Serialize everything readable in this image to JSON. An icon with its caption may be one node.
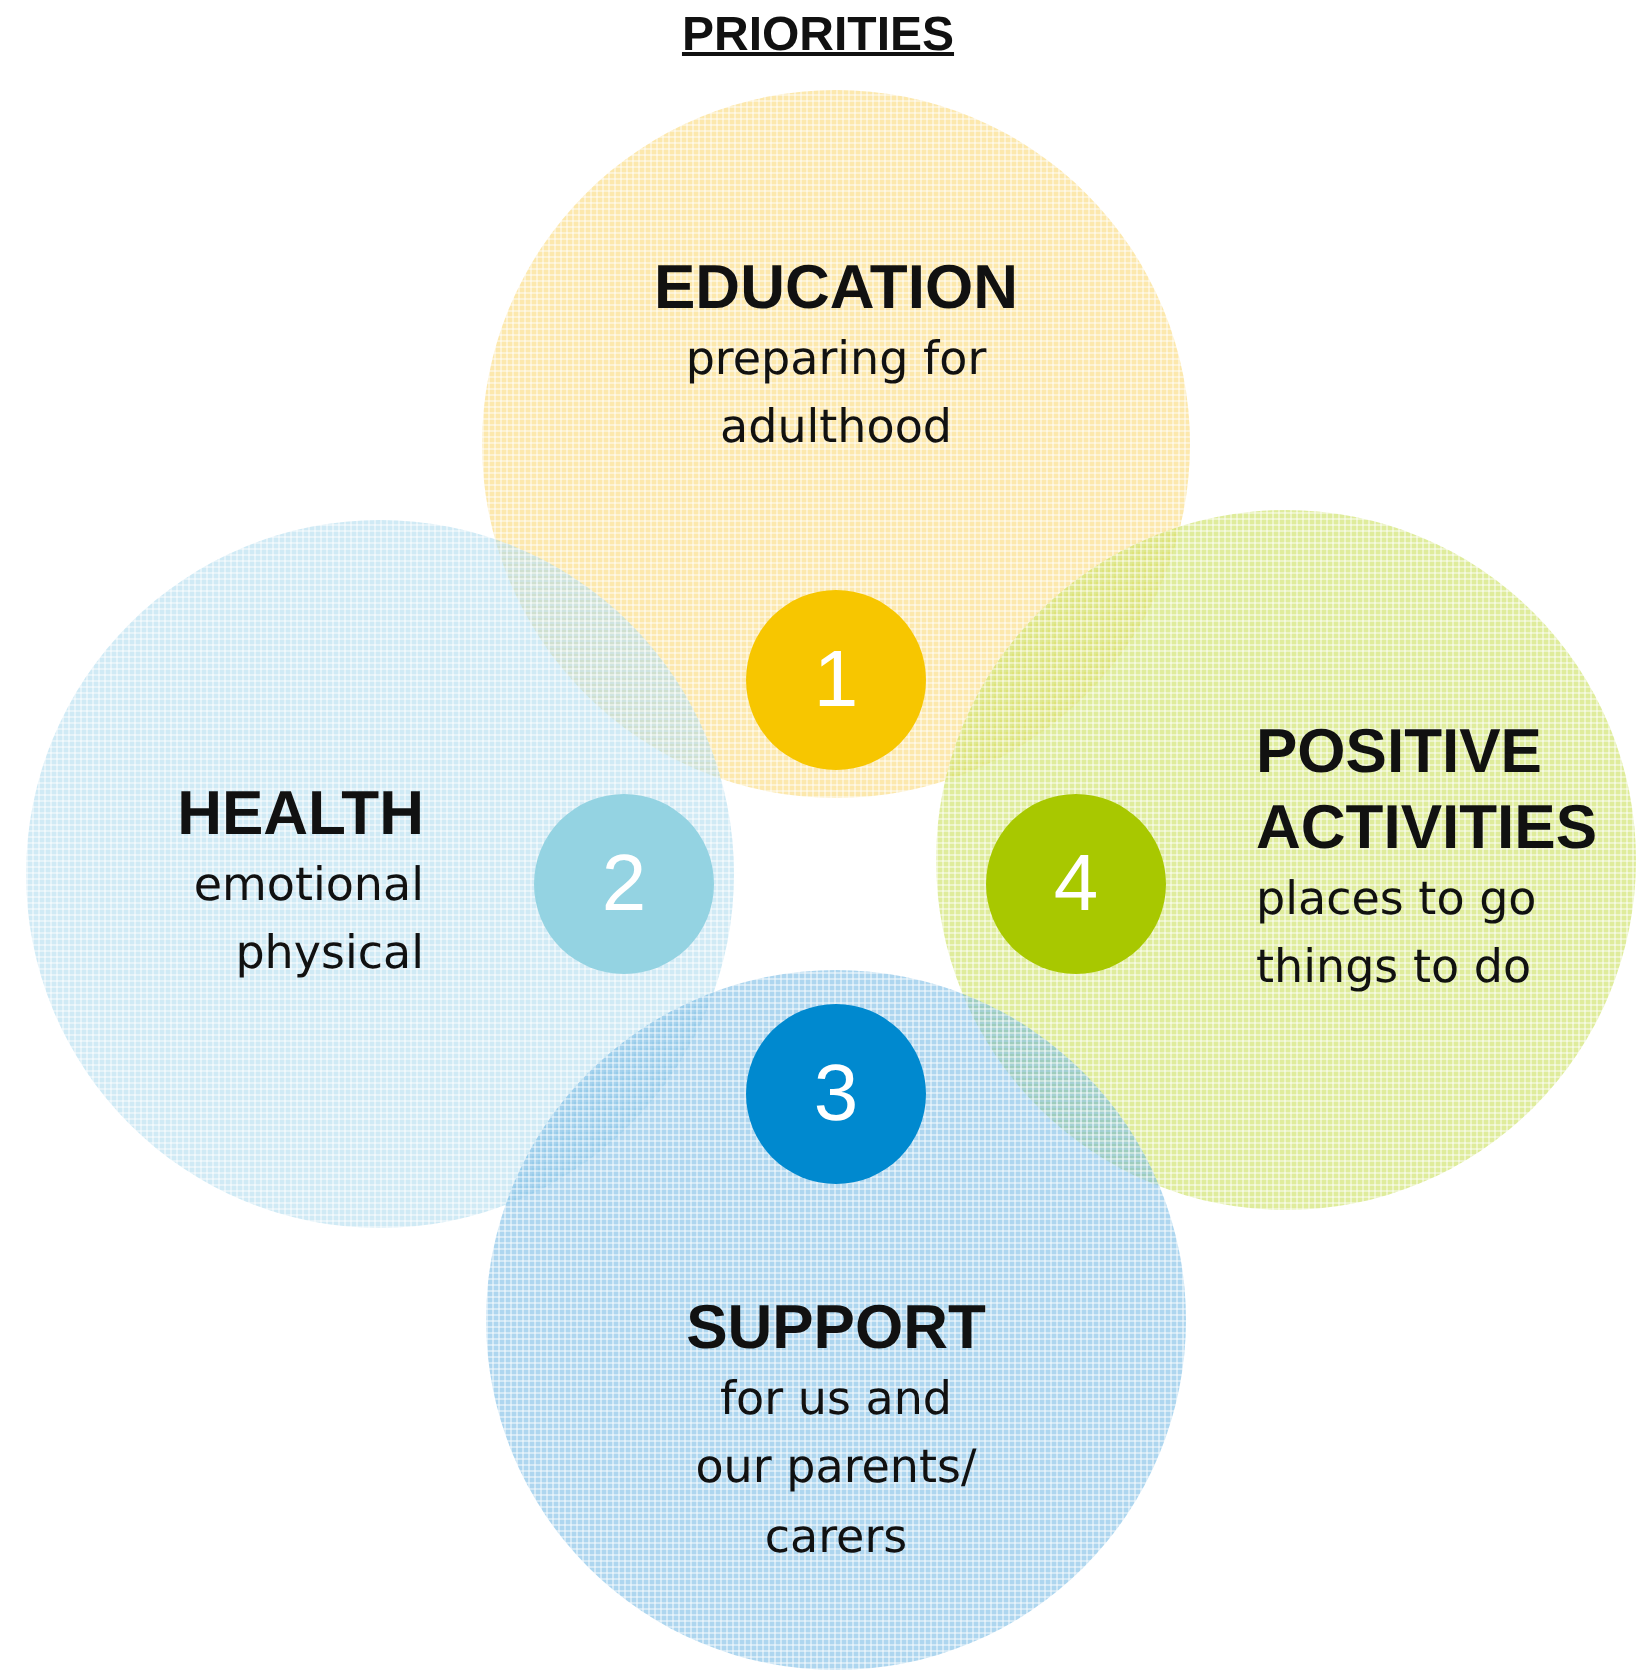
{
  "diagram": {
    "title": "PRIORITIES",
    "nodes": [
      {
        "text": [
          "EDUCATION",
          "preparing for adulthood"
        ]
      },
      {
        "text": [
          "1"
        ],
        "in": 0
      },
      {
        "text": [
          "HEALTH",
          "emotional",
          "physical"
        ]
      },
      {
        "text": [
          "2"
        ],
        "in": 2
      },
      {
        "text": [
          "POSITIVE ACTIVITIES",
          "places to go",
          "things to do"
        ]
      },
      {
        "text": [
          "4"
        ],
        "in": 4
      },
      {
        "text": [
          "SUPPORT",
          "for us and our parents/ carers"
        ]
      },
      {
        "text": [
          "3"
        ],
        "in": 6
      }
    ]
  }
}
